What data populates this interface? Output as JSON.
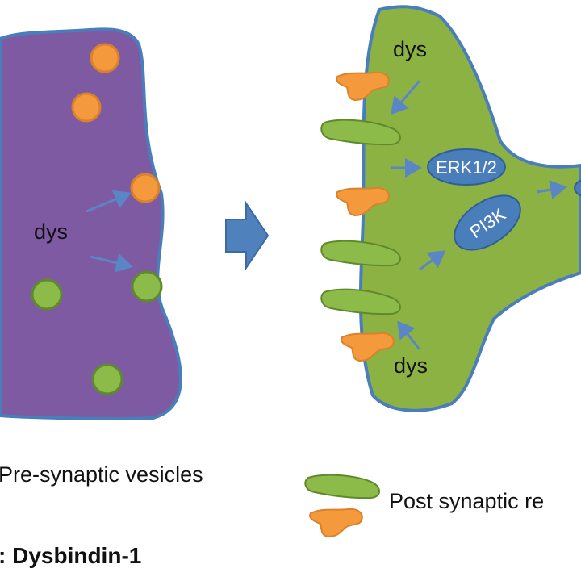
{
  "colors": {
    "presynaptic_fill": "#7e5aa3",
    "postsynaptic_fill": "#8cb244",
    "cell_outline": "#4a7ebb",
    "vesicle_orange": "#f59a3c",
    "vesicle_orange_stroke": "#d9822b",
    "receptor_green": "#8dbb4a",
    "receptor_green_stroke": "#5f8a2c",
    "node_fill": "#4a7ebb",
    "node_stroke": "#2f5f96",
    "arrow": "#5b86c5",
    "big_arrow": "#4f81bd"
  },
  "presynaptic": {
    "dys_label": "dys"
  },
  "postsynaptic": {
    "dys_top_label": "dys",
    "dys_bottom_label": "dys",
    "erk_label": "ERK1/2",
    "pi3k_label": "PI3K"
  },
  "legend": {
    "vesicles_label": "Pre-synaptic vesicles",
    "dysbindin_label": ": Dysbindin-1",
    "receptors_label": "Post synaptic re"
  }
}
